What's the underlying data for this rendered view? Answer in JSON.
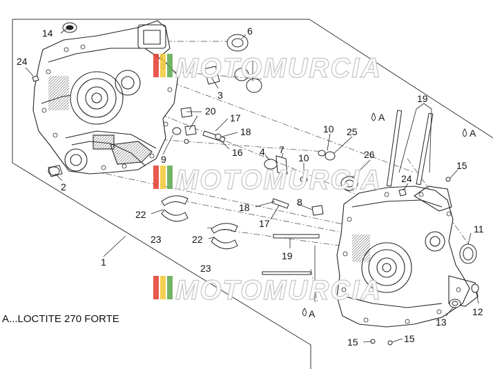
{
  "note": "A...LOCTITE 270 FORTE",
  "watermark": {
    "text": "MOTOMURCIA",
    "flag_colors": [
      "#e33b2e",
      "#f3c935",
      "#5aa84c"
    ]
  },
  "callouts": [
    {
      "id": "c1",
      "label": "1"
    },
    {
      "id": "c2",
      "label": "2"
    },
    {
      "id": "c3",
      "label": "3"
    },
    {
      "id": "c4",
      "label": "4"
    },
    {
      "id": "c6",
      "label": "6"
    },
    {
      "id": "c7",
      "label": "7"
    },
    {
      "id": "c8",
      "label": "8"
    },
    {
      "id": "c9",
      "label": "9"
    },
    {
      "id": "c10a",
      "label": "10"
    },
    {
      "id": "c10b",
      "label": "10"
    },
    {
      "id": "c11",
      "label": "11"
    },
    {
      "id": "c12",
      "label": "12"
    },
    {
      "id": "c13",
      "label": "13"
    },
    {
      "id": "c14",
      "label": "14"
    },
    {
      "id": "c15a",
      "label": "15"
    },
    {
      "id": "c15b",
      "label": "15"
    },
    {
      "id": "c15c",
      "label": "15"
    },
    {
      "id": "c16",
      "label": "16"
    },
    {
      "id": "c17a",
      "label": "17"
    },
    {
      "id": "c17b",
      "label": "17"
    },
    {
      "id": "c18a",
      "label": "18"
    },
    {
      "id": "c18b",
      "label": "18"
    },
    {
      "id": "c19a",
      "label": "19"
    },
    {
      "id": "c19b",
      "label": "19"
    },
    {
      "id": "c20",
      "label": "20"
    },
    {
      "id": "c22a",
      "label": "22"
    },
    {
      "id": "c22b",
      "label": "22"
    },
    {
      "id": "c23a",
      "label": "23"
    },
    {
      "id": "c23b",
      "label": "23"
    },
    {
      "id": "c24a",
      "label": "24"
    },
    {
      "id": "c24b",
      "label": "24"
    },
    {
      "id": "c25",
      "label": "25"
    },
    {
      "id": "c26",
      "label": "26"
    },
    {
      "id": "cA1",
      "label": "A"
    },
    {
      "id": "cA2",
      "label": "A"
    },
    {
      "id": "cA3",
      "label": "A"
    }
  ]
}
